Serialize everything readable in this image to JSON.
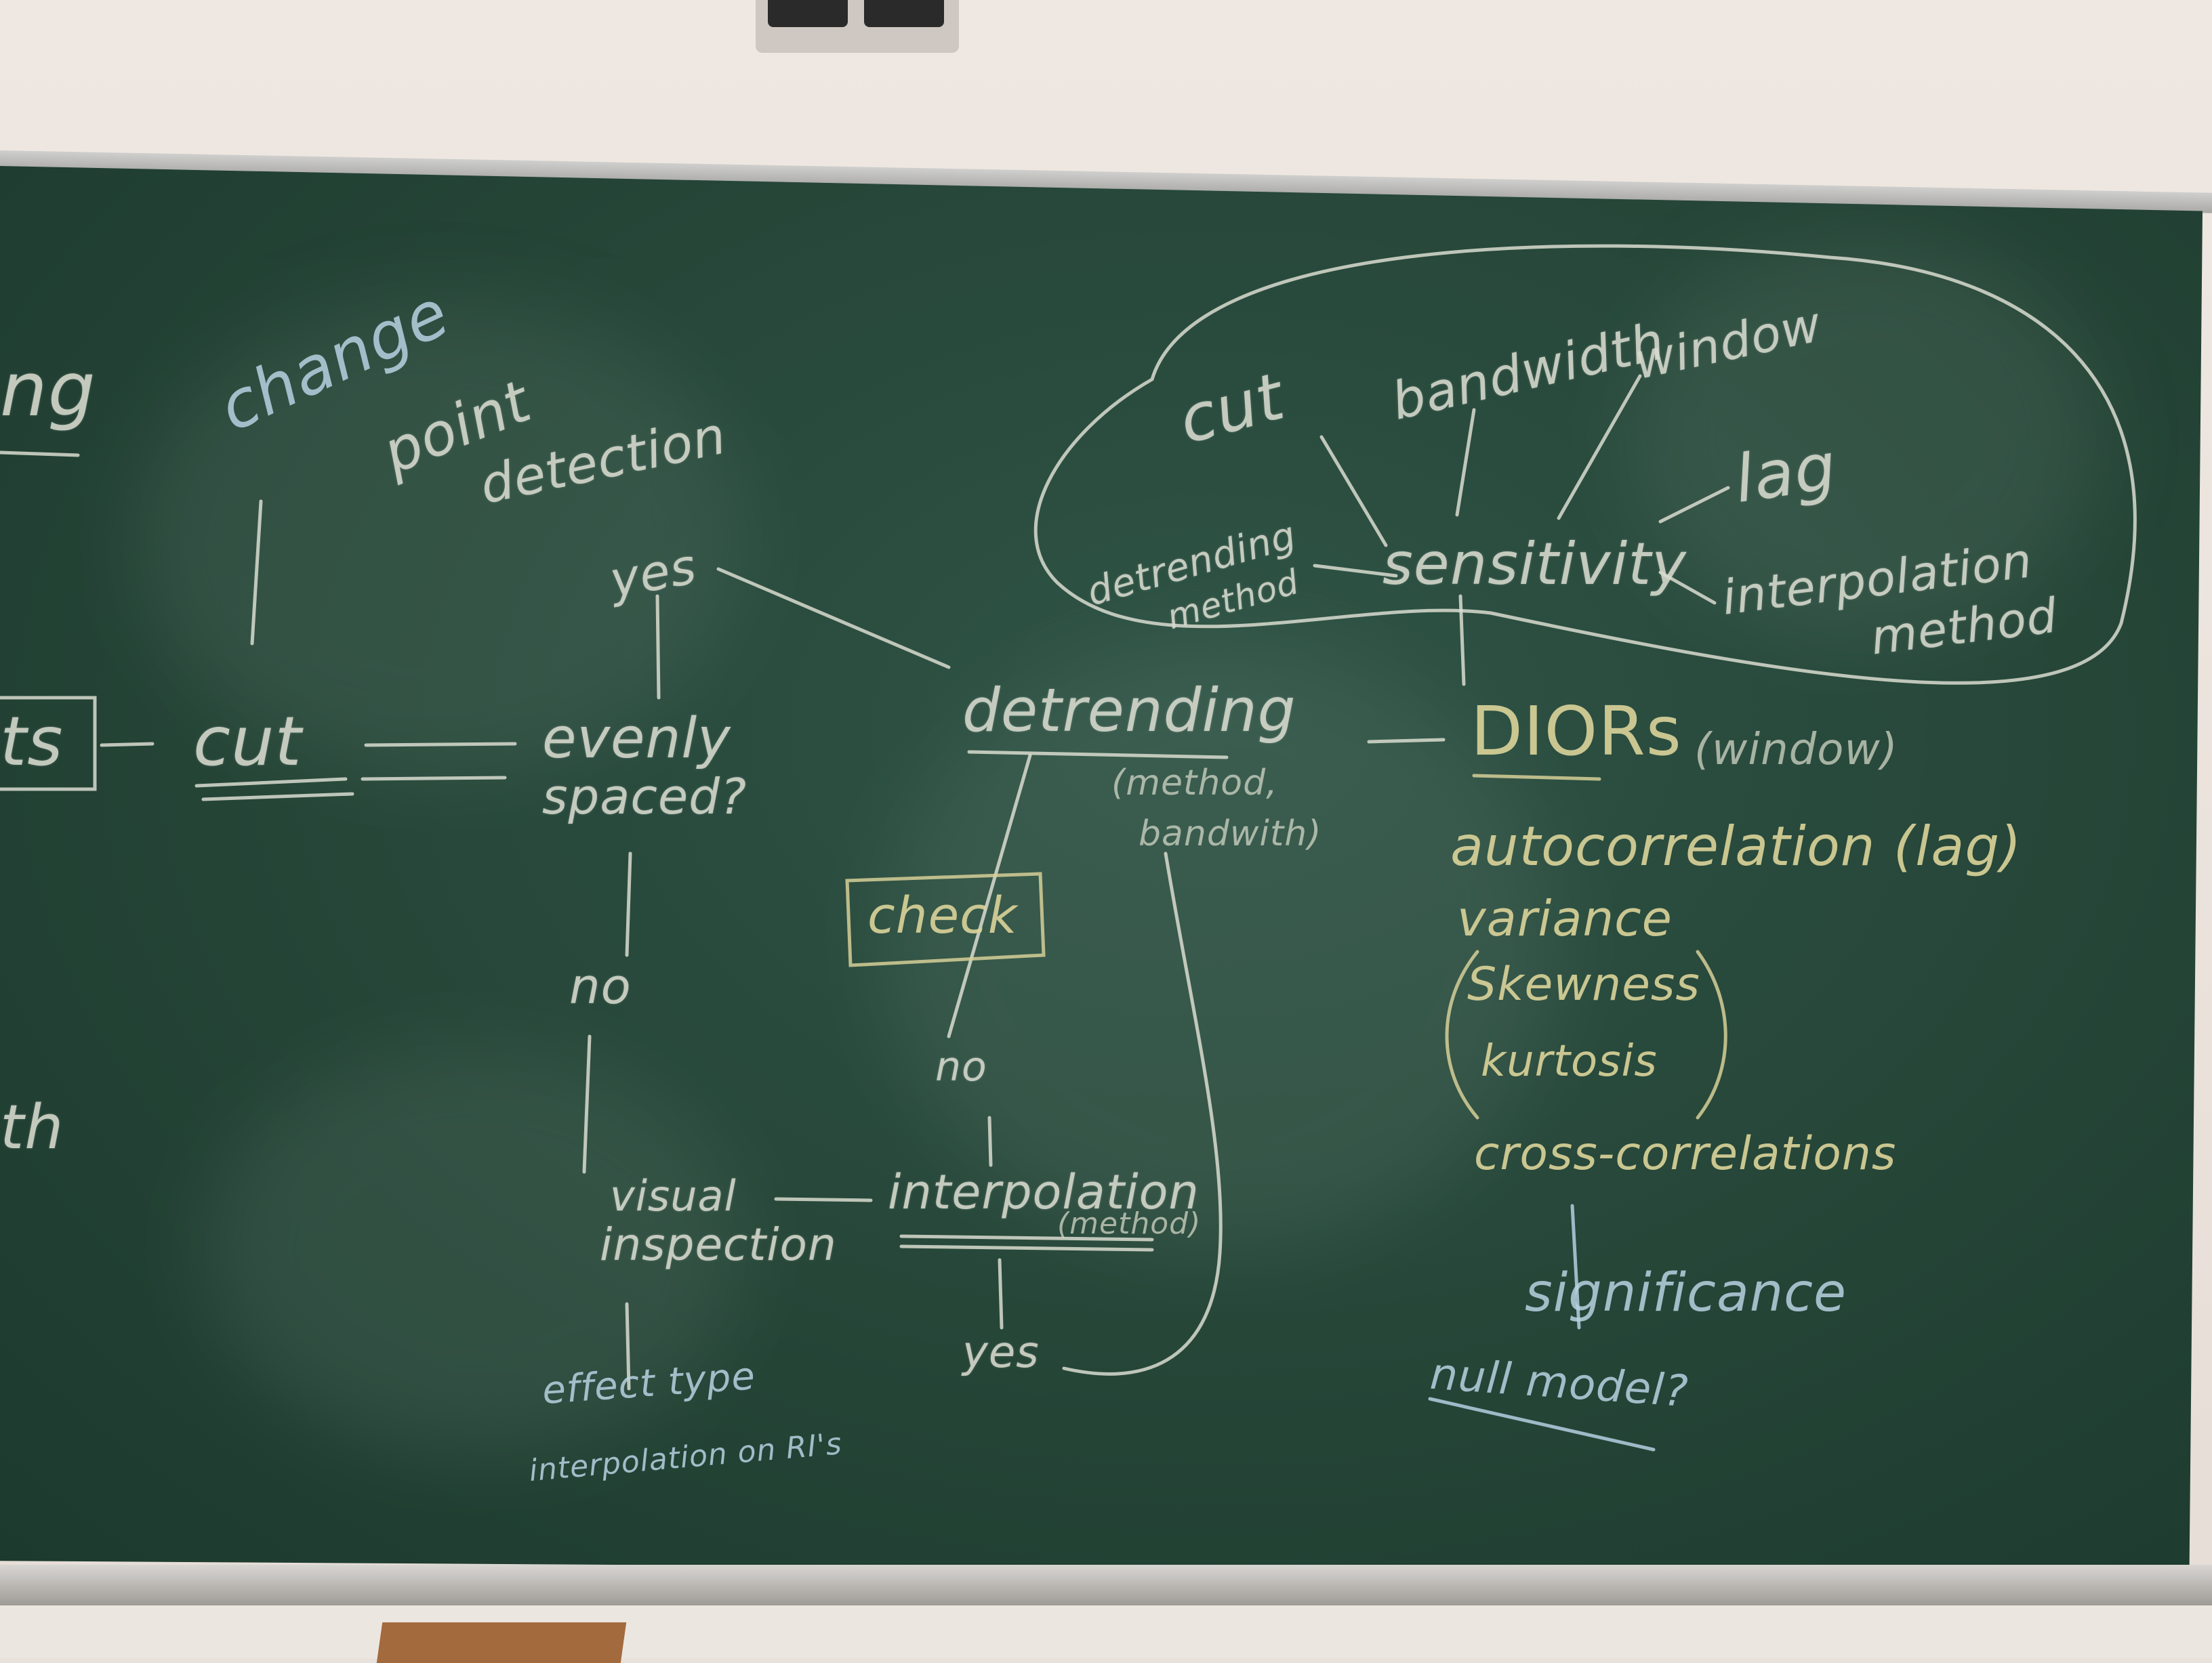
{
  "board_text": {
    "ng": "ng",
    "ts": "ts",
    "th": "th",
    "change": "change",
    "point": "point",
    "detection": "detection",
    "cut_main": "cut",
    "evenly": "evenly",
    "spaced": "spaced?",
    "yes_top": "yes",
    "no_left": "no",
    "visual": "visual",
    "inspection": "inspection",
    "effect_type": "effect type",
    "interpolation_on_rs": "interpolation on RI's",
    "detrending": "detrending",
    "method_paren": "(method,",
    "bandwith_paren": "bandwith)",
    "check": "check",
    "no_mid": "no",
    "interpolation": "interpolation",
    "interp_method": "(method)",
    "yes_bottom": "yes",
    "cut_cloud": "cut",
    "bandwidth": "bandwidth",
    "window": "window",
    "lag": "lag",
    "detrending_cloud": "detrending",
    "method_cloud": "method",
    "sensitivity": "sensitivity",
    "interpolation_cloud": "interpolation",
    "method_cloud2": "method",
    "diors": "DIORs",
    "diors_window": "(window)",
    "autocorrelation": "autocorrelation (lag)",
    "variance": "variance",
    "skewness": "Skewness",
    "kurtosis": "kurtosis",
    "cross_correlations": "cross-correlations",
    "significance": "significance",
    "null_model": "null model?"
  }
}
